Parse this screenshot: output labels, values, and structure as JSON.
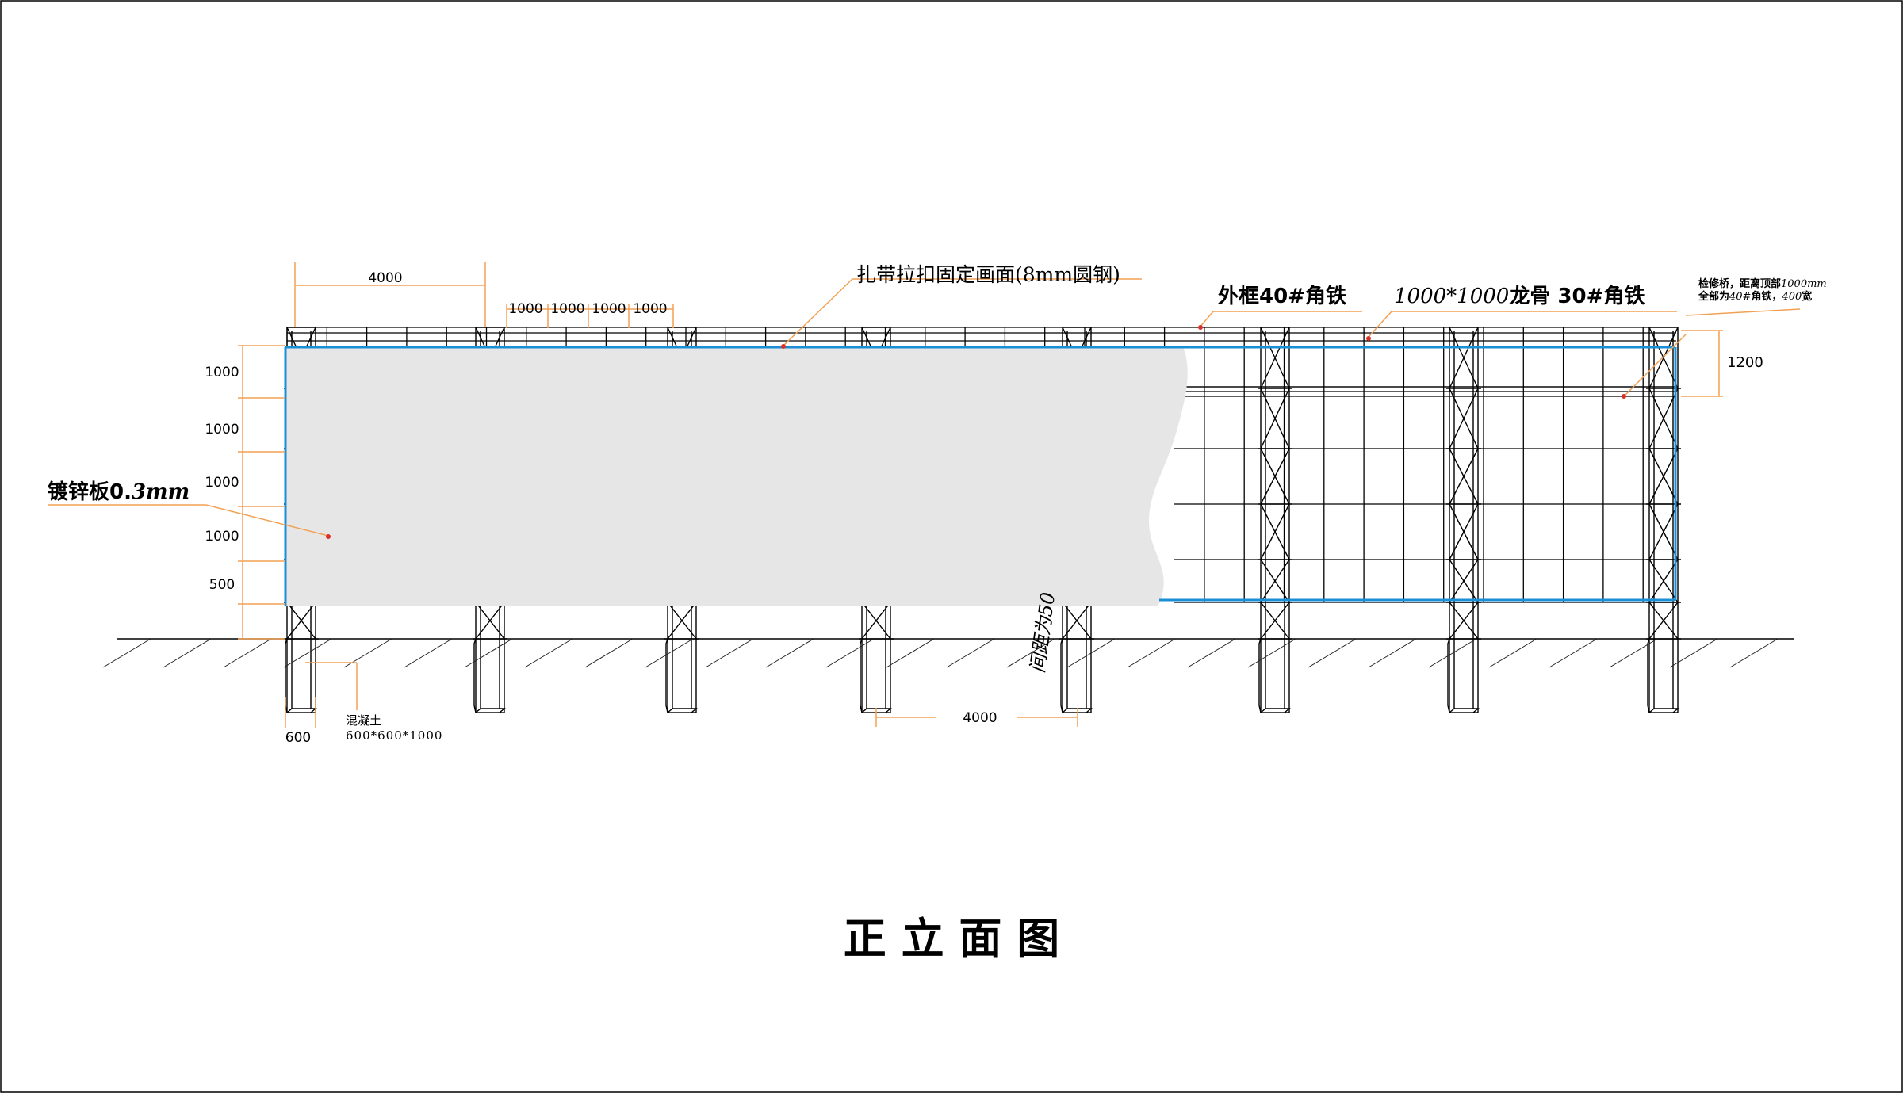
{
  "title": "正 立 面 图",
  "annotations": {
    "cable_tie": "扎带拉扣固定画面(8mm圆钢)",
    "outer_frame": "外框40#角铁",
    "keel_prefix": "1000*1000",
    "keel_suffix": "龙骨 30#角铁",
    "walkway_line1_a": "检修桥，距离顶部",
    "walkway_line1_b": "1000mm",
    "walkway_line2_a": "全部为",
    "walkway_line2_b": "40#",
    "walkway_line2_c": "角铁，",
    "walkway_line2_d": "400",
    "walkway_line2_e": "宽",
    "galvanized_a": "镀锌板0.",
    "galvanized_b": "3mm",
    "spacing": "间距为50",
    "concrete_line1": "混凝土",
    "concrete_line2": "600*600*1000"
  },
  "dimensions": {
    "top_span": "4000",
    "grid_1": "1000",
    "grid_2": "1000",
    "grid_3": "1000",
    "grid_4": "1000",
    "left_1": "1000",
    "left_2": "1000",
    "left_3": "1000",
    "left_4": "1000",
    "left_5": "500",
    "right_height": "1200",
    "bottom_span": "4000",
    "footing_width": "600"
  },
  "colors": {
    "frame_line": "#000000",
    "outer_frame_blue": "#1a8fd6",
    "dimension_orange": "#f2a154",
    "panel_fill": "#e6e6e6",
    "marker_red": "#d9302b"
  }
}
